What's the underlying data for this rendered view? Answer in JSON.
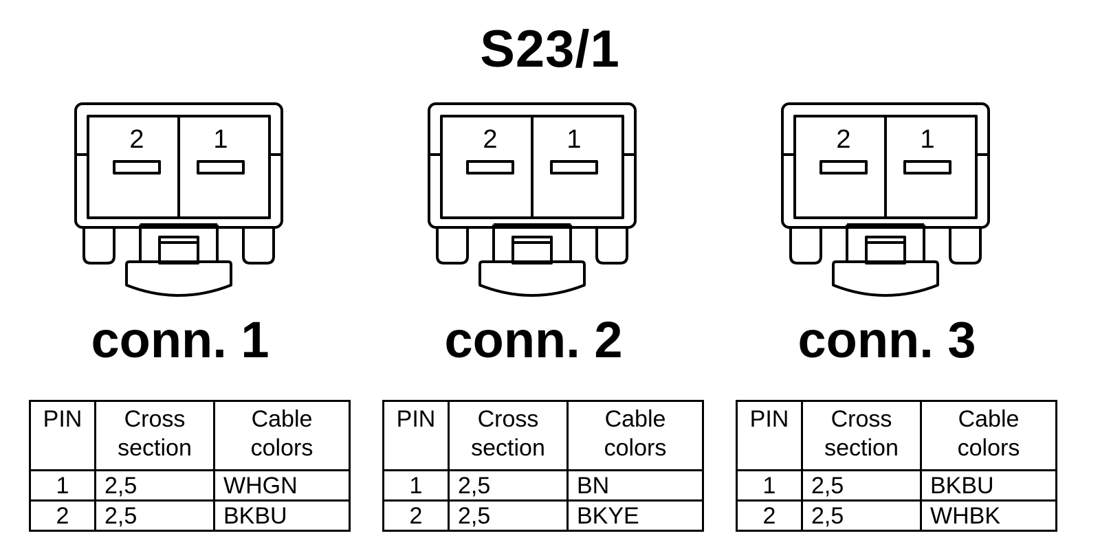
{
  "title": "S23/1",
  "connectors": [
    {
      "label": "conn. 1",
      "pin_labels": [
        "2",
        "1"
      ],
      "table": {
        "headers": {
          "pin": "PIN",
          "cross_1": "Cross",
          "cross_2": "section",
          "color_1": "Cable",
          "color_2": "colors"
        },
        "rows": [
          {
            "pin": "1",
            "cross": "2,5",
            "color": "WHGN"
          },
          {
            "pin": "2",
            "cross": "2,5",
            "color": "BKBU"
          }
        ]
      }
    },
    {
      "label": "conn. 2",
      "pin_labels": [
        "2",
        "1"
      ],
      "table": {
        "headers": {
          "pin": "PIN",
          "cross_1": "Cross",
          "cross_2": "section",
          "color_1": "Cable",
          "color_2": "colors"
        },
        "rows": [
          {
            "pin": "1",
            "cross": "2,5",
            "color": "BN"
          },
          {
            "pin": "2",
            "cross": "2,5",
            "color": "BKYE"
          }
        ]
      }
    },
    {
      "label": "conn. 3",
      "pin_labels": [
        "2",
        "1"
      ],
      "table": {
        "headers": {
          "pin": "PIN",
          "cross_1": "Cross",
          "cross_2": "section",
          "color_1": "Cable",
          "color_2": "colors"
        },
        "rows": [
          {
            "pin": "1",
            "cross": "2,5",
            "color": "BKBU"
          },
          {
            "pin": "2",
            "cross": "2,5",
            "color": "WHBK"
          }
        ]
      }
    }
  ]
}
